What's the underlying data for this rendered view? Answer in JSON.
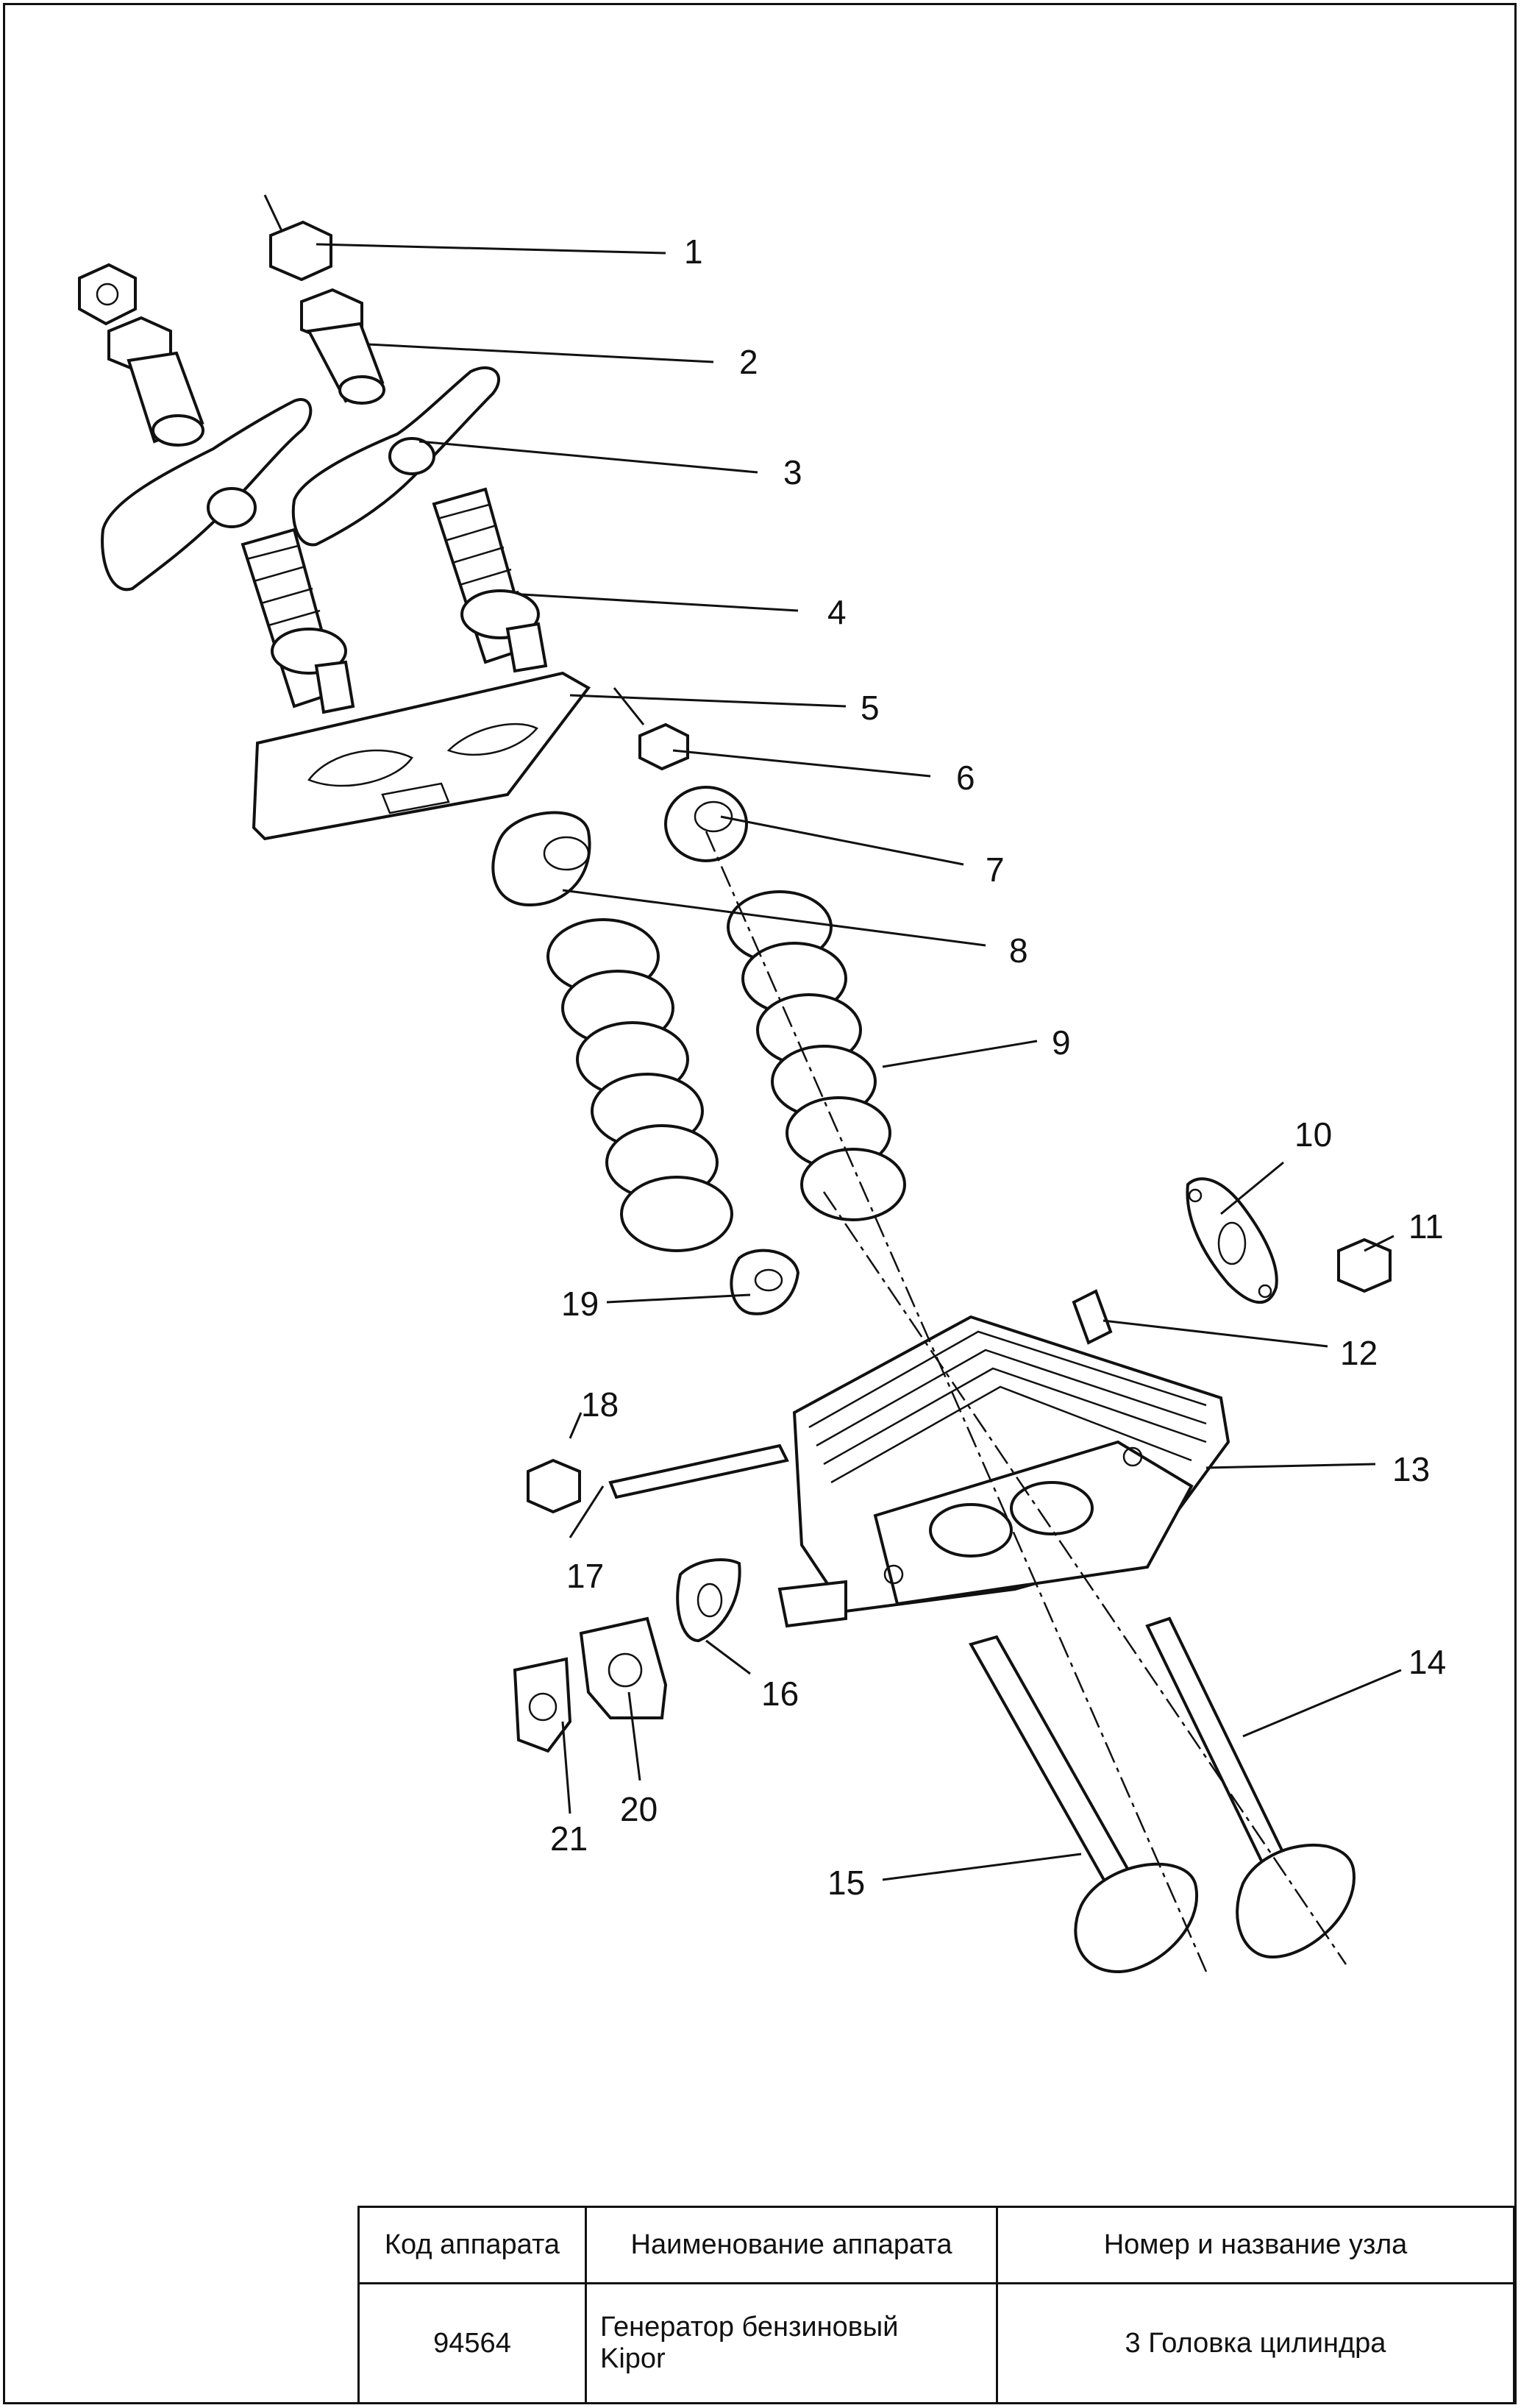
{
  "diagram": {
    "callouts": [
      "1",
      "2",
      "3",
      "4",
      "5",
      "6",
      "7",
      "8",
      "9",
      "10",
      "11",
      "12",
      "13",
      "14",
      "15",
      "16",
      "17",
      "18",
      "19",
      "20",
      "21"
    ]
  },
  "title_block": {
    "headers": {
      "code": "Код аппарата",
      "name": "Наименование аппарата",
      "unit": "Номер и название узла"
    },
    "values": {
      "code": "94564",
      "name_line1": "Генератор бензиновый",
      "name_line2": "Kipor",
      "unit": "3 Головка цилиндра"
    }
  }
}
